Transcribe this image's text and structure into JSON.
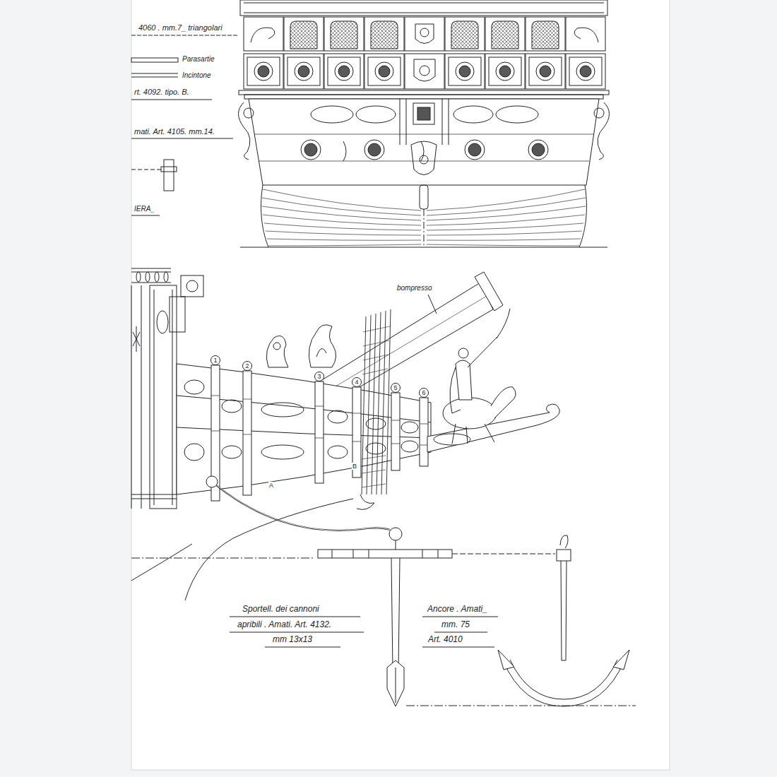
{
  "diagram": {
    "labels": [
      "4060 . mm.7_ triangolari",
      "Parasartie",
      "Incintone",
      "rt. 4092. tipo. B.",
      "mati. Art. 4105. mm.14.",
      "IERA_",
      "bompresso",
      "1",
      "2",
      "3",
      "4",
      "5",
      "6",
      "B",
      "A",
      "Sportell. dei cannoni",
      "apribili . Amati. Art. 4132.",
      "mm 13x13",
      "Ancore . Amati_",
      "mm. 75",
      "Art. 4010"
    ]
  }
}
